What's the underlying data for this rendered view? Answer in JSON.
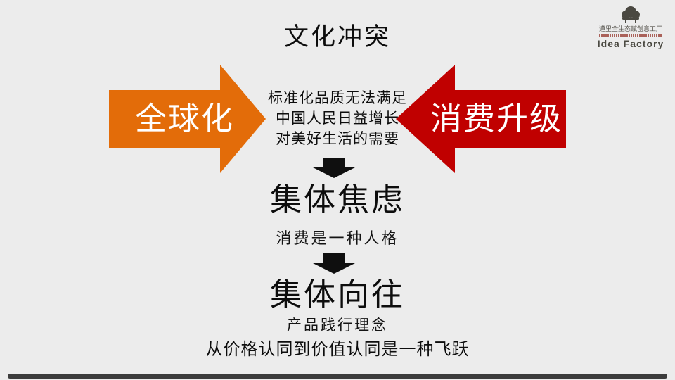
{
  "slide": {
    "title": "文化冲突",
    "background_color": "#ececec",
    "footer_bar_color": "#3c3c3c"
  },
  "logo": {
    "company_cn": "道里全生态赋创意工厂",
    "company_en": "Idea Factory",
    "icon": "tree-icon",
    "icon_color": "#4a4841"
  },
  "conflict": {
    "left_arrow_label": "全球化",
    "left_arrow_color": "#e36c09",
    "right_arrow_label": "消费升级",
    "right_arrow_color": "#c00000",
    "center_lines": [
      "标准化品质无法满足",
      "中国人民日益增长",
      "对美好生活的需要"
    ]
  },
  "flow": {
    "step1_heading": "集体焦虑",
    "step1_sub": "消费是一种人格",
    "step2_heading": "集体向往",
    "step2_sub": "产品践行理念",
    "step2_note": "从价格认同到价值认同是一种飞跃"
  }
}
